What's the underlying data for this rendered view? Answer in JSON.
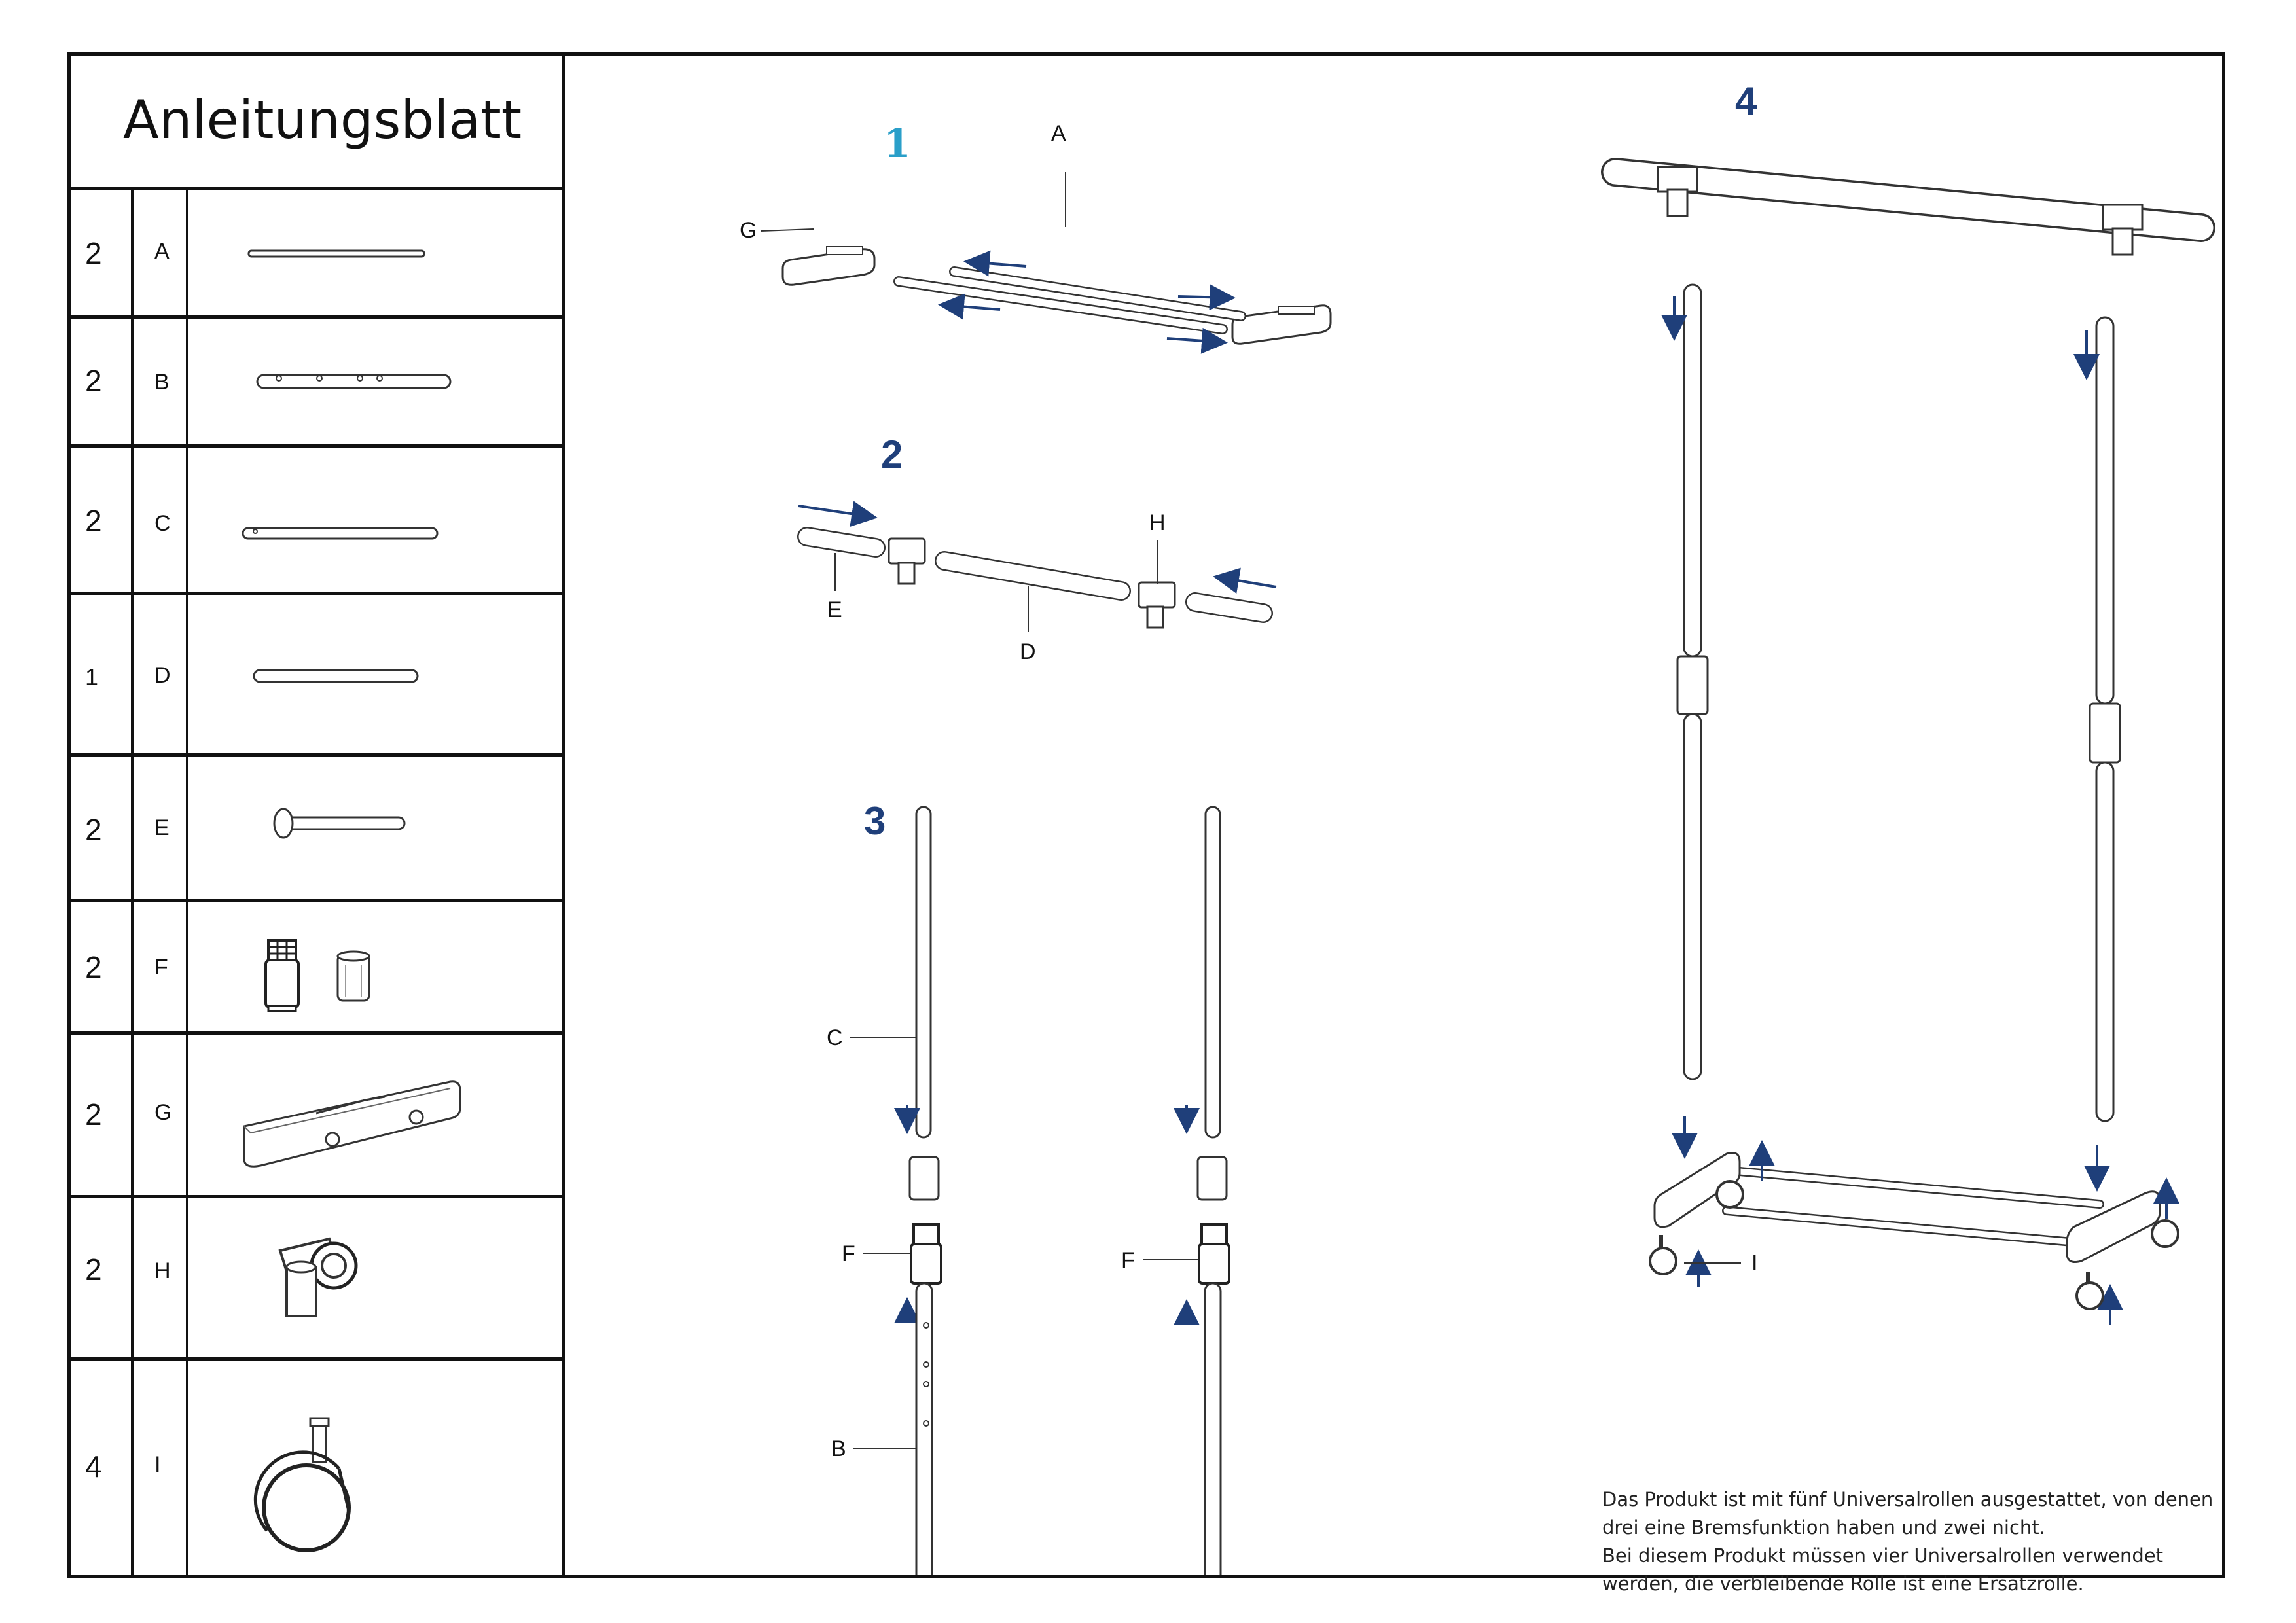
{
  "title": "Anleitungsblatt",
  "parts": [
    {
      "qty": "2",
      "letter": "A",
      "icon": "short-rod-icon"
    },
    {
      "qty": "2",
      "letter": "B",
      "icon": "holed-tube-icon"
    },
    {
      "qty": "2",
      "letter": "C",
      "icon": "upper-tube-icon"
    },
    {
      "qty": "1",
      "letter": "D",
      "icon": "cross-bar-icon"
    },
    {
      "qty": "2",
      "letter": "E",
      "icon": "end-bar-icon"
    },
    {
      "qty": "2",
      "letter": "F",
      "icon": "connector-icon"
    },
    {
      "qty": "2",
      "letter": "G",
      "icon": "foot-base-icon"
    },
    {
      "qty": "2",
      "letter": "H",
      "icon": "tee-joint-icon"
    },
    {
      "qty": "4",
      "letter": "I",
      "icon": "caster-wheel-icon"
    }
  ],
  "steps": {
    "s1": {
      "number": "1",
      "labels": {
        "a": "A",
        "g": "G"
      }
    },
    "s2": {
      "number": "2",
      "labels": {
        "h": "H",
        "e": "E",
        "d": "D"
      }
    },
    "s3": {
      "number": "3",
      "labels": {
        "c": "C",
        "f1": "F",
        "f2": "F",
        "b": "B"
      }
    },
    "s4": {
      "number": "4",
      "labels": {
        "i": "I"
      }
    }
  },
  "note": {
    "line1": "Das Produkt ist mit fünf Universalrollen ausgestattet, von denen",
    "line2": "drei eine Bremsfunktion haben und zwei nicht.",
    "line3": "Bei diesem Produkt müssen vier Universalrollen verwendet",
    "line4": "werden, die verbleibende Rolle ist eine Ersatzrolle."
  },
  "colors": {
    "arrow": "#1f3f7a",
    "step1": "#2a9fc9",
    "line": "#111111"
  }
}
